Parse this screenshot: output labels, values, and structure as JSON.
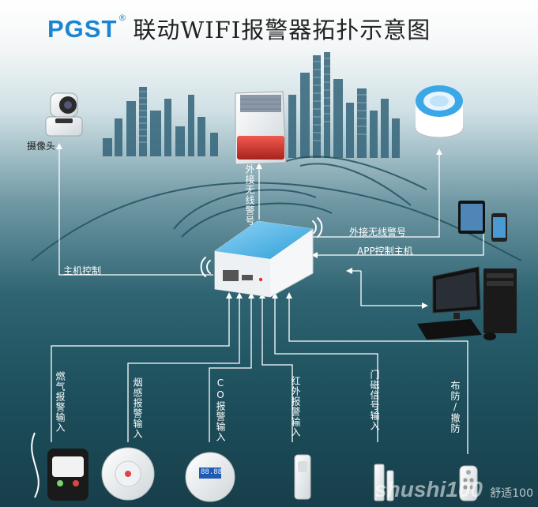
{
  "header": {
    "logo": "PGST",
    "registered": "®",
    "title": "联动WIFI报警器拓扑示意图"
  },
  "labels": {
    "camera": "摄像头",
    "host_control": "主机控制",
    "external_siren_top": "外接无线警号",
    "external_siren_right": "外接无线警号",
    "app_control": "APP控制主机",
    "gas_input": "燃气报警输入",
    "smoke_input": "烟感报警输入",
    "co_input": "CO报警输入",
    "ir_input": "红外报警输入",
    "door_input": "门磁信号输入",
    "arm_disarm": "布防/撤防"
  },
  "co_display": "88.88",
  "watermark": {
    "text": "shushi100",
    "cn": "舒适100"
  },
  "colors": {
    "line": "#ffffff",
    "logo": "#1a86d1",
    "router_blue": "#4fb6ea",
    "siren_red": "#d63a33"
  }
}
